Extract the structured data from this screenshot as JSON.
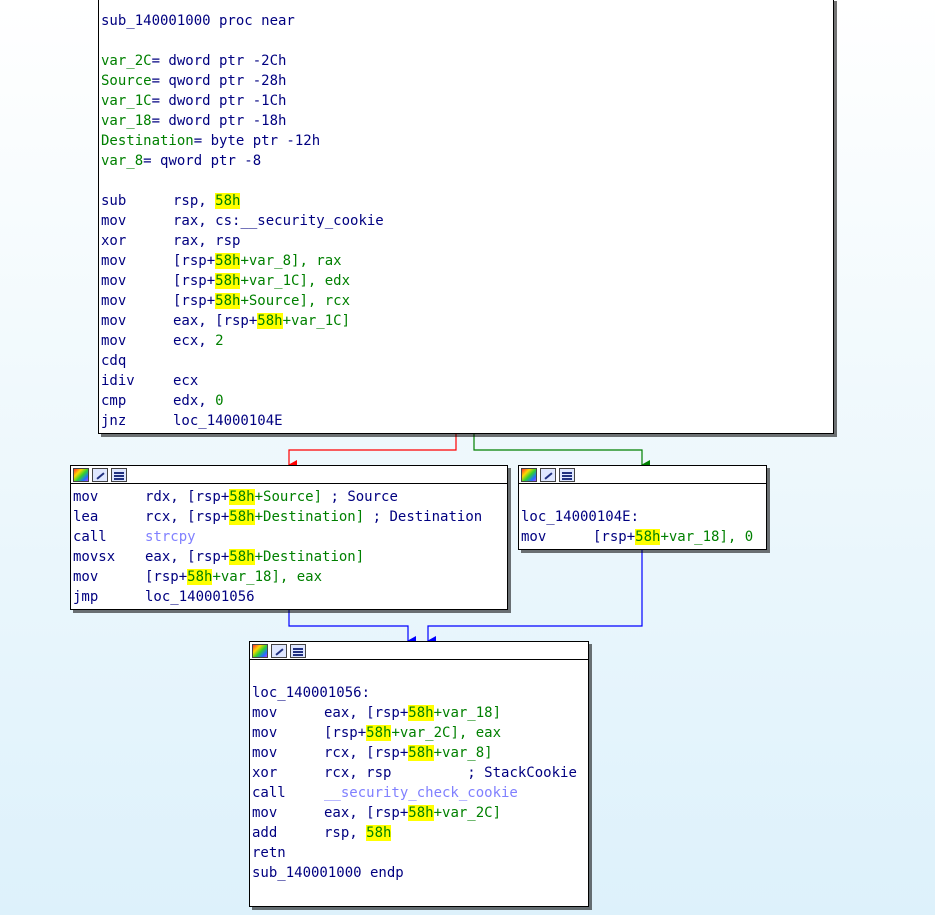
{
  "colors": {
    "red_edge": "#ff0000",
    "green_edge": "#008000",
    "blue_edge": "#0000ff",
    "highlight": "#ffff00"
  },
  "icons": [
    "color-palette-icon",
    "rename-icon",
    "graph-overview-icon"
  ],
  "node1": {
    "proc": "sub_140001000 proc near",
    "vars": [
      {
        "name": "var_2C",
        "def": "= dword ptr -2Ch"
      },
      {
        "name": "Source",
        "def": "= qword ptr -28h"
      },
      {
        "name": "var_1C",
        "def": "= dword ptr -1Ch"
      },
      {
        "name": "var_18",
        "def": "= dword ptr -18h"
      },
      {
        "name": "Destination",
        "def": "= byte ptr -12h"
      },
      {
        "name": "var_8",
        "def": "= qword ptr -8"
      }
    ],
    "instructions": [
      {
        "mnemonic": "sub",
        "op1": "rsp, ",
        "op2": "58h",
        "op3": ""
      },
      {
        "mnemonic": "mov",
        "op1": "rax, cs:",
        "op2": "",
        "op3": "__security_cookie"
      },
      {
        "mnemonic": "xor",
        "op1": "rax, rsp",
        "op2": "",
        "op3": ""
      },
      {
        "mnemonic": "mov",
        "op1": "[rsp+",
        "op2": "58h",
        "op3": "+var_8], rax"
      },
      {
        "mnemonic": "mov",
        "op1": "[rsp+",
        "op2": "58h",
        "op3": "+var_1C], edx"
      },
      {
        "mnemonic": "mov",
        "op1": "[rsp+",
        "op2": "58h",
        "op3": "+Source], rcx"
      },
      {
        "mnemonic": "mov",
        "op1": "eax, [rsp+",
        "op2": "58h",
        "op3": "+var_1C]"
      },
      {
        "mnemonic": "mov",
        "op1": "ecx, ",
        "op2": "",
        "op3": "2"
      },
      {
        "mnemonic": "cdq",
        "op1": "",
        "op2": "",
        "op3": ""
      },
      {
        "mnemonic": "idiv",
        "op1": "ecx",
        "op2": "",
        "op3": ""
      },
      {
        "mnemonic": "cmp",
        "op1": "edx, ",
        "op2": "",
        "op3": "0"
      },
      {
        "mnemonic": "jnz",
        "op1": "loc_14000104E",
        "op2": "",
        "op3": ""
      }
    ]
  },
  "node2": {
    "l1_m": "mov",
    "l1_a": "rdx, [rsp+",
    "l1_h": "58h",
    "l1_b": "+Source]",
    "l1_c": " ; Source",
    "l2_m": "lea",
    "l2_a": "rcx, [rsp+",
    "l2_h": "58h",
    "l2_b": "+Destination]",
    "l2_c": " ; Destination",
    "l3_m": "call",
    "l3_a": "strcpy",
    "l4_m": "movsx",
    "l4_a": "eax, [rsp+",
    "l4_h": "58h",
    "l4_b": "+Destination]",
    "l5_m": "mov",
    "l5_a": "[rsp+",
    "l5_h": "58h",
    "l5_b": "+var_18], eax",
    "l6_m": "jmp",
    "l6_a": "loc_140001056"
  },
  "node3": {
    "label": "loc_14000104E:",
    "l1_m": "mov",
    "l1_a": "[rsp+",
    "l1_h": "58h",
    "l1_b": "+var_18], ",
    "l1_c": "0"
  },
  "node4": {
    "label": "loc_140001056:",
    "l1_m": "mov",
    "l1_a": "eax, [rsp+",
    "l1_h": "58h",
    "l1_b": "+var_18]",
    "l2_m": "mov",
    "l2_a": "[rsp+",
    "l2_h": "58h",
    "l2_b": "+var_2C], eax",
    "l3_m": "mov",
    "l3_a": "rcx, [rsp+",
    "l3_h": "58h",
    "l3_b": "+var_8]",
    "l4_m": "xor",
    "l4_a": "rcx, rsp",
    "l4_c": "         ; StackCookie",
    "l5_m": "call",
    "l5_a": "__security_check_cookie",
    "l6_m": "mov",
    "l6_a": "eax, [rsp+",
    "l6_h": "58h",
    "l6_b": "+var_2C]",
    "l7_m": "add",
    "l7_a": "rsp, ",
    "l7_h": "58h",
    "l8_m": "retn",
    "endp": "sub_140001000 endp"
  }
}
